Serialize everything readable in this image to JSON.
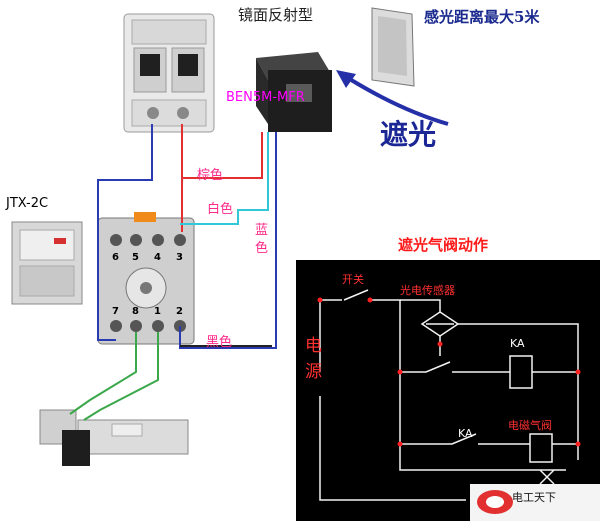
{
  "labels": {
    "sensor_type": "镜面反射型",
    "sensor_model": "BEN5M-MFR",
    "distance_note": "感光距离最大5米",
    "block": "遮光",
    "relay_model": "JTX-2C",
    "wire_brown": "棕色",
    "wire_white": "白色",
    "wire_blue": "蓝色",
    "wire_black": "黑色"
  },
  "relay_pins": [
    "6",
    "5",
    "4",
    "3",
    "7",
    "8",
    "1",
    "2"
  ],
  "schematic": {
    "title": "遮光气阀动作",
    "switch": "开关",
    "photo_sensor": "光电传感器",
    "power": "电源",
    "ka_coil": "KA",
    "ka_contact": "KA",
    "solenoid": "电磁气阀"
  },
  "watermark": "电工天下",
  "colors": {
    "wire_red": "#e23030",
    "wire_blue": "#2a3ab0",
    "wire_cyan": "#30c8d8",
    "wire_green": "#3aa84a",
    "wire_black": "#222222",
    "arrow": "#2530a8",
    "schematic_bg": "#000000",
    "schematic_line": "#f2f2f2",
    "node_red": "#ff2020"
  }
}
